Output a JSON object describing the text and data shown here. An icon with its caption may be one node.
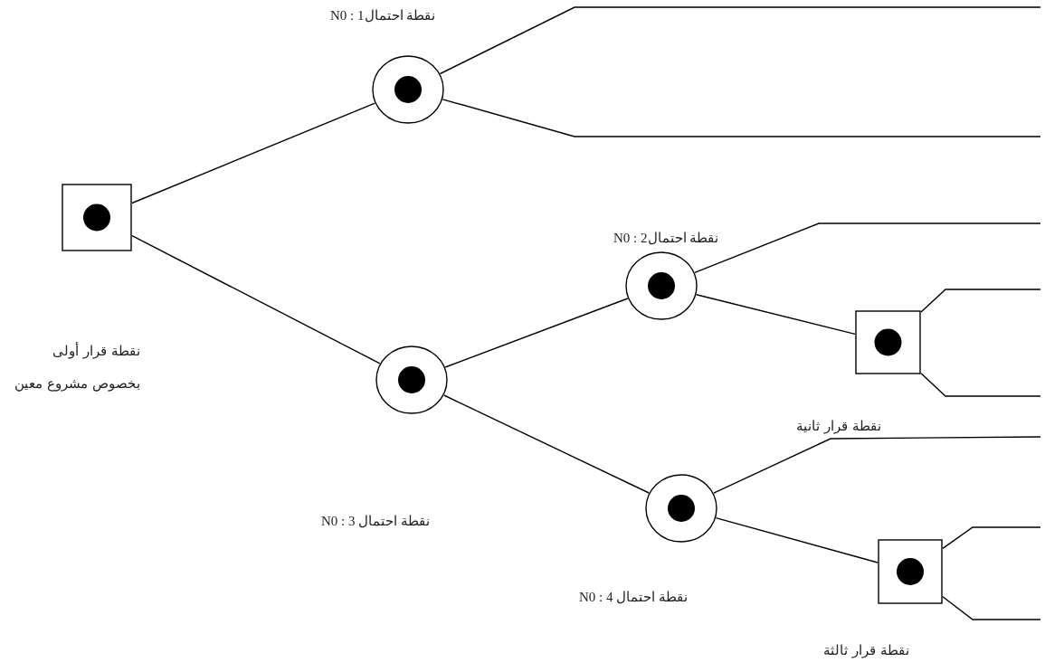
{
  "diagram": {
    "nodes": [
      {
        "text": [],
        "shape": "box"
      },
      {
        "text": [],
        "shape": "circle",
        "beside": [
          "N0 : 1نقطة احتمال"
        ]
      },
      {
        "text": [],
        "shape": "circle"
      },
      {
        "text": [],
        "shape": "circle",
        "beside": [
          "N0 : 2نقطة احتمال"
        ]
      },
      {
        "text": [],
        "shape": "box"
      },
      {
        "text": [],
        "shape": "circle",
        "beside": [
          "N0 : 4 نقطة احتمال"
        ]
      },
      {
        "text": [],
        "shape": "box",
        "beside": [
          "نقطة قرار ثالثة"
        ]
      }
    ],
    "edges": [
      {
        "from": 0,
        "to": 1,
        "arrow": "none"
      },
      {
        "from": 0,
        "to": 2,
        "arrow": "none"
      },
      {
        "from": 1,
        "to": null,
        "arrow": "none"
      },
      {
        "from": 1,
        "to": null,
        "arrow": "none"
      },
      {
        "from": 2,
        "to": 3,
        "arrow": "none"
      },
      {
        "from": 2,
        "to": 5,
        "arrow": "none"
      },
      {
        "from": 3,
        "to": null,
        "arrow": "none"
      },
      {
        "from": 3,
        "to": 4,
        "arrow": "none"
      },
      {
        "from": 4,
        "to": null,
        "arrow": "none"
      },
      {
        "from": 4,
        "to": null,
        "arrow": "none"
      },
      {
        "from": 5,
        "to": null,
        "arrow": "none"
      },
      {
        "from": 5,
        "to": 6,
        "arrow": "none"
      },
      {
        "from": 6,
        "to": null,
        "arrow": "none"
      },
      {
        "from": 6,
        "to": null,
        "arrow": "none"
      }
    ],
    "labels": [
      "نقطة قرار أولى بخصوص مشروع معين",
      "نقطة قرار ثانية",
      "N0 : 3 نقطة احتمال"
    ]
  }
}
